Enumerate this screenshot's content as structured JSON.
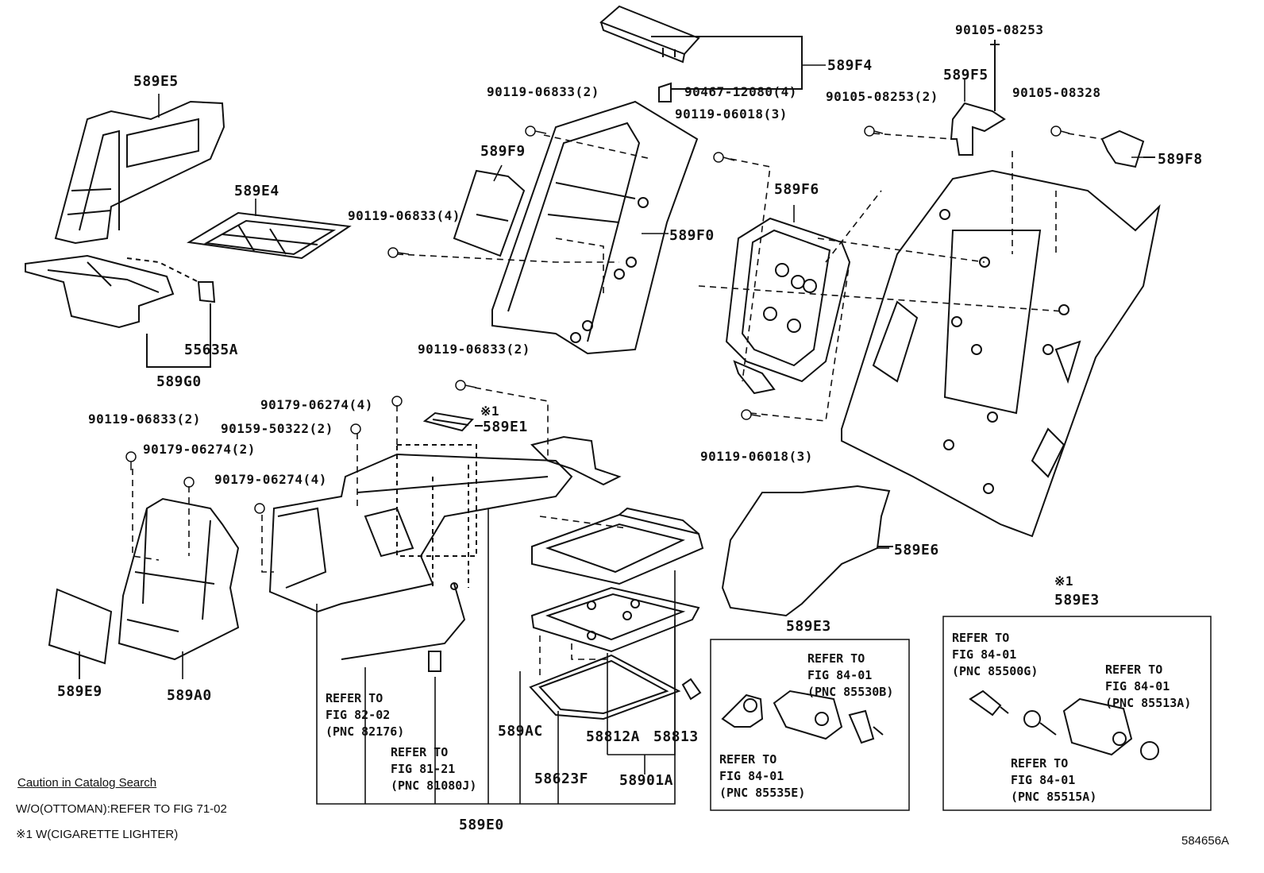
{
  "parts": {
    "p589E5": "589E5",
    "p589E4": "589E4",
    "p55635A": "55635A",
    "p589G0": "589G0",
    "p589F9": "589F9",
    "p589F0": "589F0",
    "p589F4": "589F4",
    "p589F5": "589F5",
    "p589F6": "589F6",
    "p589F8": "589F8",
    "p589E1": "589E1",
    "p589E6": "589E6",
    "p589E9": "589E9",
    "p589A0": "589A0",
    "p589AC": "589AC",
    "p58812A": "58812A",
    "p58813": "58813",
    "p58623F": "58623F",
    "p58901A": "58901A",
    "p589E0": "589E0",
    "p589E3a": "589E3",
    "p589E3b": "589E3",
    "star1a": "※1",
    "star1b": "※1"
  },
  "fasteners": {
    "f1": "90105-08253",
    "f2": "90467-12080(4)",
    "f3": "90119-06833(2)",
    "f4": "90119-06018(3)",
    "f5": "90105-08253(2)",
    "f6": "90105-08328",
    "f7": "90119-06833(4)",
    "f8": "90119-06833(2)",
    "f9": "90179-06274(4)",
    "f10": "90159-50322(2)",
    "f11": "90119-06833(2)",
    "f12": "90179-06274(2)",
    "f13": "90179-06274(4)",
    "f14": "90119-06018(3)"
  },
  "refs": {
    "r1": "REFER TO\nFIG 82-02\n(PNC 82176)",
    "r2": "REFER TO\nFIG 81-21\n(PNC 81080J)",
    "r3": "REFER TO\nFIG 84-01\n(PNC 85530B)",
    "r4": "REFER TO\nFIG 84-01\n(PNC 85535E)",
    "r5": "REFER TO\nFIG 84-01\n(PNC 85500G)",
    "r6": "REFER TO\nFIG 84-01\n(PNC 85513A)",
    "r7": "REFER TO\nFIG 84-01\n(PNC 85515A)"
  },
  "notes": {
    "caution": "Caution in Catalog Search",
    "ottoman": "W/O(OTTOMAN):REFER TO FIG 71-02",
    "lighter": "※1 W(CIGARETTE LIGHTER)",
    "code": "584656A"
  }
}
